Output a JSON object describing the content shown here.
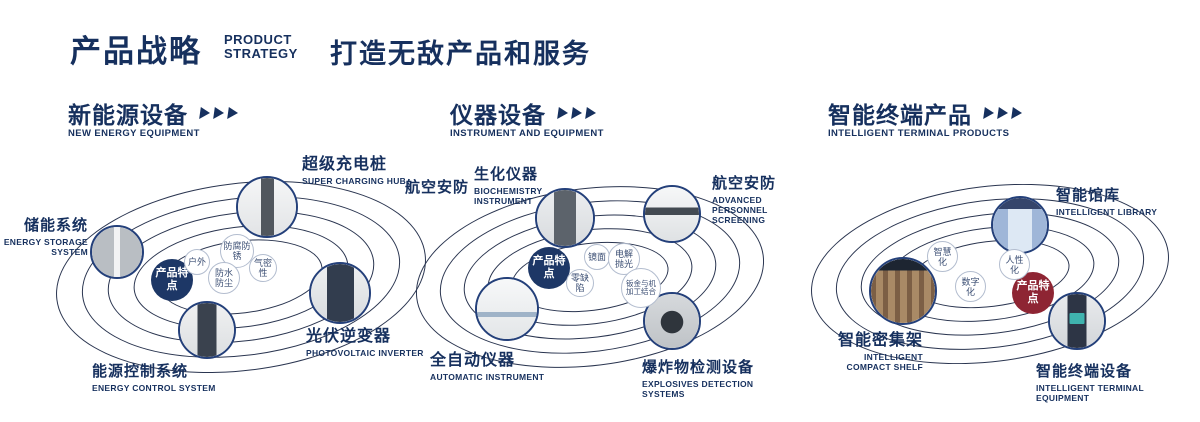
{
  "header": {
    "title": "产品战略",
    "subtitle_lines": [
      "PRODUCT",
      "STRATEGY"
    ],
    "tagline": "打造无敌产品和服务"
  },
  "colors": {
    "navy": "#16305e",
    "badge_navy": "#1d3766",
    "badge_maroon": "#8e2533"
  },
  "sections": [
    {
      "title": "新能源设备",
      "subtitle": "NEW ENERGY EQUIPMENT",
      "badge": "产品特点",
      "features": [
        "户外",
        "防腐防锈",
        "气密性",
        "防水防尘"
      ],
      "nodes": {
        "charging_hub": {
          "zh": "超级充电桩",
          "en": "SUPER CHARGING HUB"
        },
        "energy_storage": {
          "zh": "储能系统",
          "en": "ENERGY STORAGE SYSTEM"
        },
        "pv_inverter": {
          "zh": "光伏逆变器",
          "en": "PHOTOVOLTAIC INVERTER"
        },
        "energy_control": {
          "zh": "能源控制系统",
          "en": "ENERGY CONTROL SYSTEM"
        }
      }
    },
    {
      "title": "仪器设备",
      "subtitle": "INSTRUMENT AND EQUIPMENT",
      "badge": "产品特点",
      "extra_label": "航空安防",
      "features": [
        "镜面",
        "电解抛光",
        "零缺陷",
        "钣金与机加工结合"
      ],
      "nodes": {
        "biochem": {
          "zh": "生化仪器",
          "en": "BIOCHEMISTRY INSTRUMENT"
        },
        "screening": {
          "zh": "航空安防",
          "en": "ADVANCED PERSONNEL SCREENING"
        },
        "automatic": {
          "zh": "全自动仪器",
          "en": "AUTOMATIC INSTRUMENT"
        },
        "explosives": {
          "zh": "爆炸物检测设备",
          "en": "EXPLOSIVES DETECTION SYSTEMS"
        }
      }
    },
    {
      "title": "智能终端产品",
      "subtitle": "INTELLIGENT TERMINAL PRODUCTS",
      "badge": "产品特点",
      "features": [
        "智慧化",
        "人性化",
        "数字化"
      ],
      "nodes": {
        "library": {
          "zh": "智能馆库",
          "en": "INTELLIGENT LIBRARY"
        },
        "shelf": {
          "zh": "智能密集架",
          "en": "INTELLIGENT COMPACT SHELF"
        },
        "terminal": {
          "zh": "智能终端设备",
          "en": "INTELLIGENT TERMINAL EQUIPMENT"
        }
      }
    }
  ]
}
